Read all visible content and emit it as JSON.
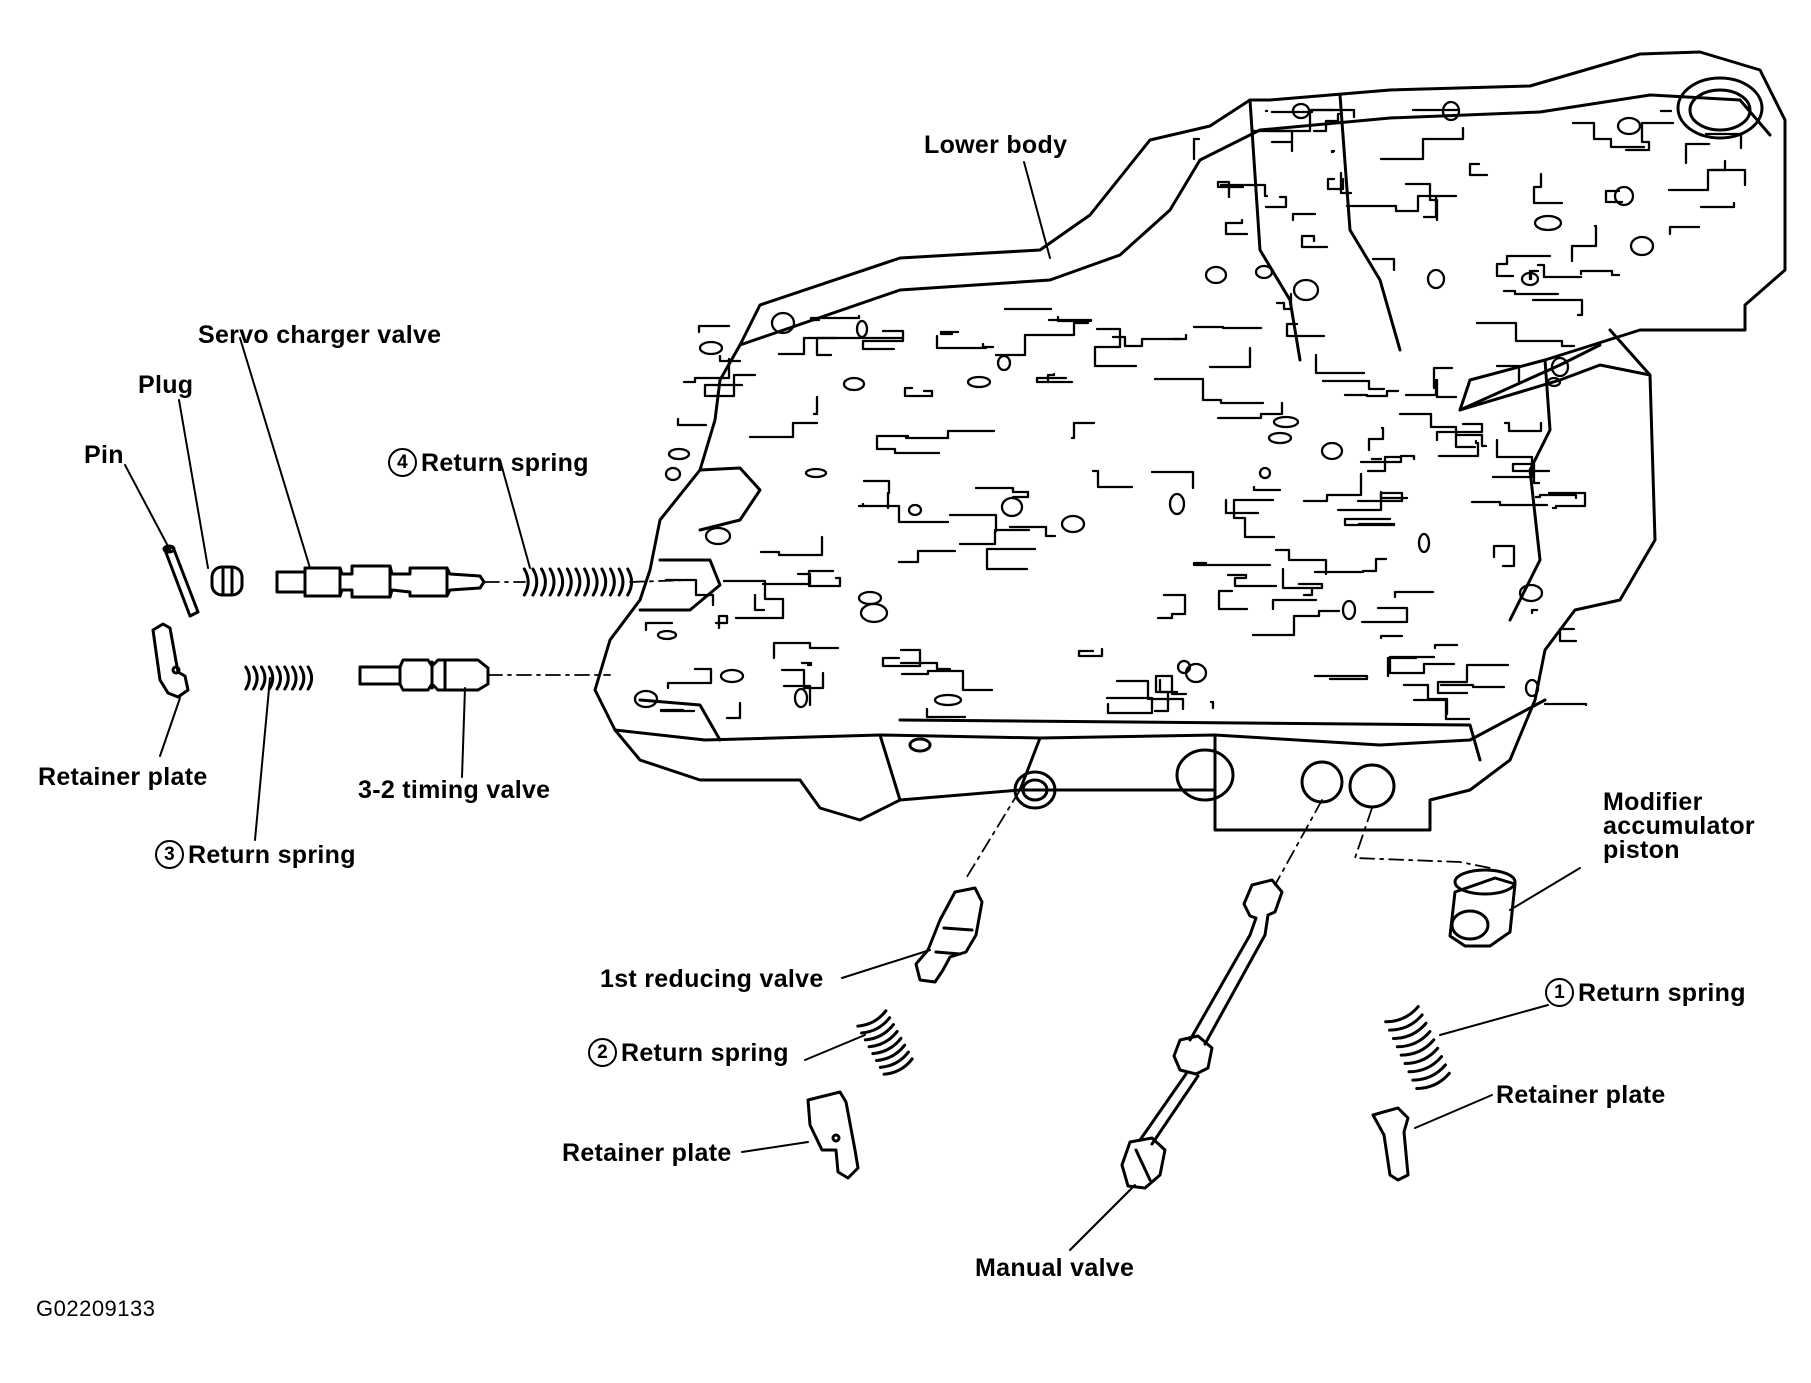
{
  "labels": {
    "lower_body": "Lower body",
    "servo_charger_valve": "Servo charger valve",
    "plug": "Plug",
    "pin": "Pin",
    "return_spring_4": {
      "num": "4",
      "text": "Return spring"
    },
    "retainer_plate_left": "Retainer plate",
    "timing_valve": "3-2 timing valve",
    "return_spring_3": {
      "num": "3",
      "text": "Return spring"
    },
    "modifier_accumulator_piston": [
      "Modifier",
      "accumulator",
      "piston"
    ],
    "first_reducing_valve": "1st reducing valve",
    "return_spring_2": {
      "num": "2",
      "text": "Return spring"
    },
    "return_spring_1": {
      "num": "1",
      "text": "Return spring"
    },
    "retainer_plate_bottom": "Retainer plate",
    "retainer_plate_right": "Retainer plate",
    "manual_valve": "Manual valve"
  },
  "figure_id": "G02209133",
  "colors": {
    "ink": "#000000",
    "paper": "#ffffff"
  }
}
